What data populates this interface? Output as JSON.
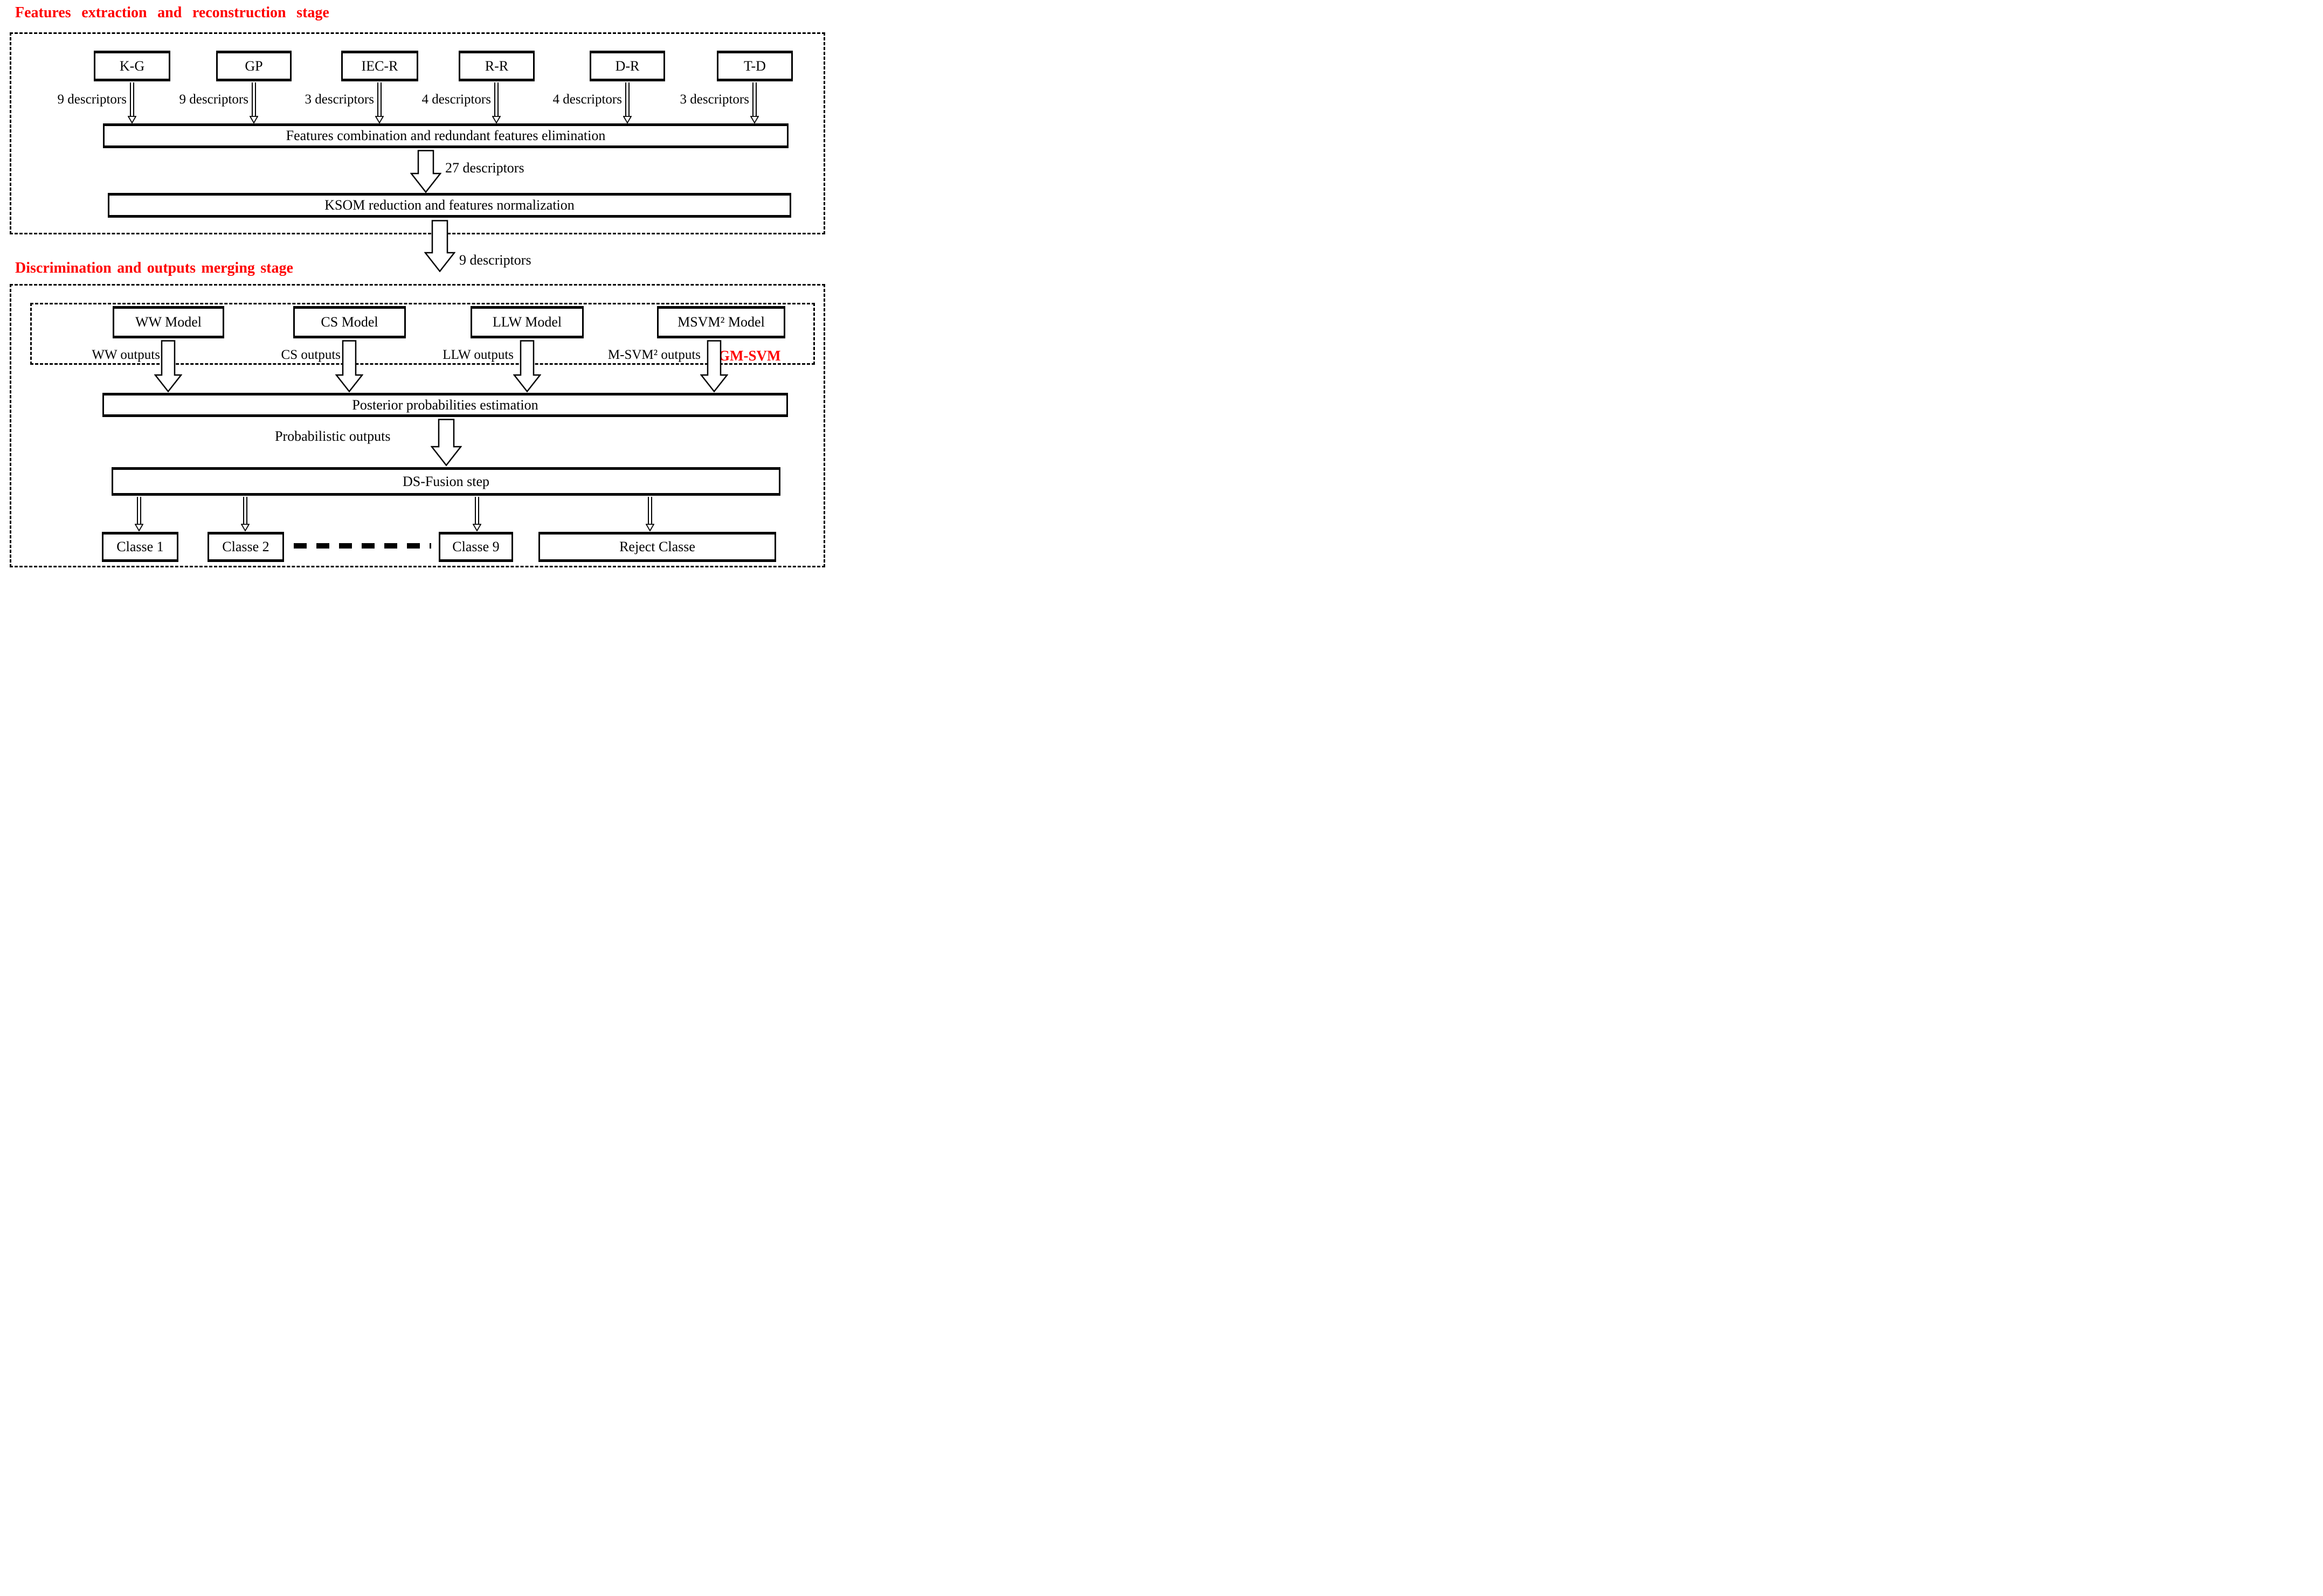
{
  "stage1": {
    "title": "Features extraction and reconstruction stage",
    "sources": [
      {
        "label": "K-G",
        "descriptors": "9 descriptors"
      },
      {
        "label": "GP",
        "descriptors": "9 descriptors"
      },
      {
        "label": "IEC-R",
        "descriptors": "3 descriptors"
      },
      {
        "label": "R-R",
        "descriptors": "4 descriptors"
      },
      {
        "label": "D-R",
        "descriptors": "4 descriptors"
      },
      {
        "label": "T-D",
        "descriptors": "3 descriptors"
      }
    ],
    "combination_box": "Features combination and redundant features elimination",
    "arrow1_label": "27 descriptors",
    "ksom_box": "KSOM reduction and features normalization",
    "arrow2_label": "9 descriptors"
  },
  "stage2": {
    "title": "Discrimination and outputs merging stage",
    "models": [
      {
        "label": "WW Model",
        "output": "WW outputs"
      },
      {
        "label": "CS Model",
        "output": "CS outputs"
      },
      {
        "label": "LLW Model",
        "output": "LLW outputs"
      },
      {
        "label": "MSVM² Model",
        "output": "M-SVM² outputs"
      }
    ],
    "gm_svm_label": "GM-SVM",
    "posterior_box": "Posterior probabilities estimation",
    "probabilistic_label": "Probabilistic outputs",
    "fusion_box": "DS-Fusion step",
    "classes": [
      "Classe 1",
      "Classe 2",
      "Classe 9",
      "Reject Classe"
    ]
  },
  "colors": {
    "accent_red": "#FF0000",
    "line": "#000000",
    "background": "#FFFFFF"
  }
}
